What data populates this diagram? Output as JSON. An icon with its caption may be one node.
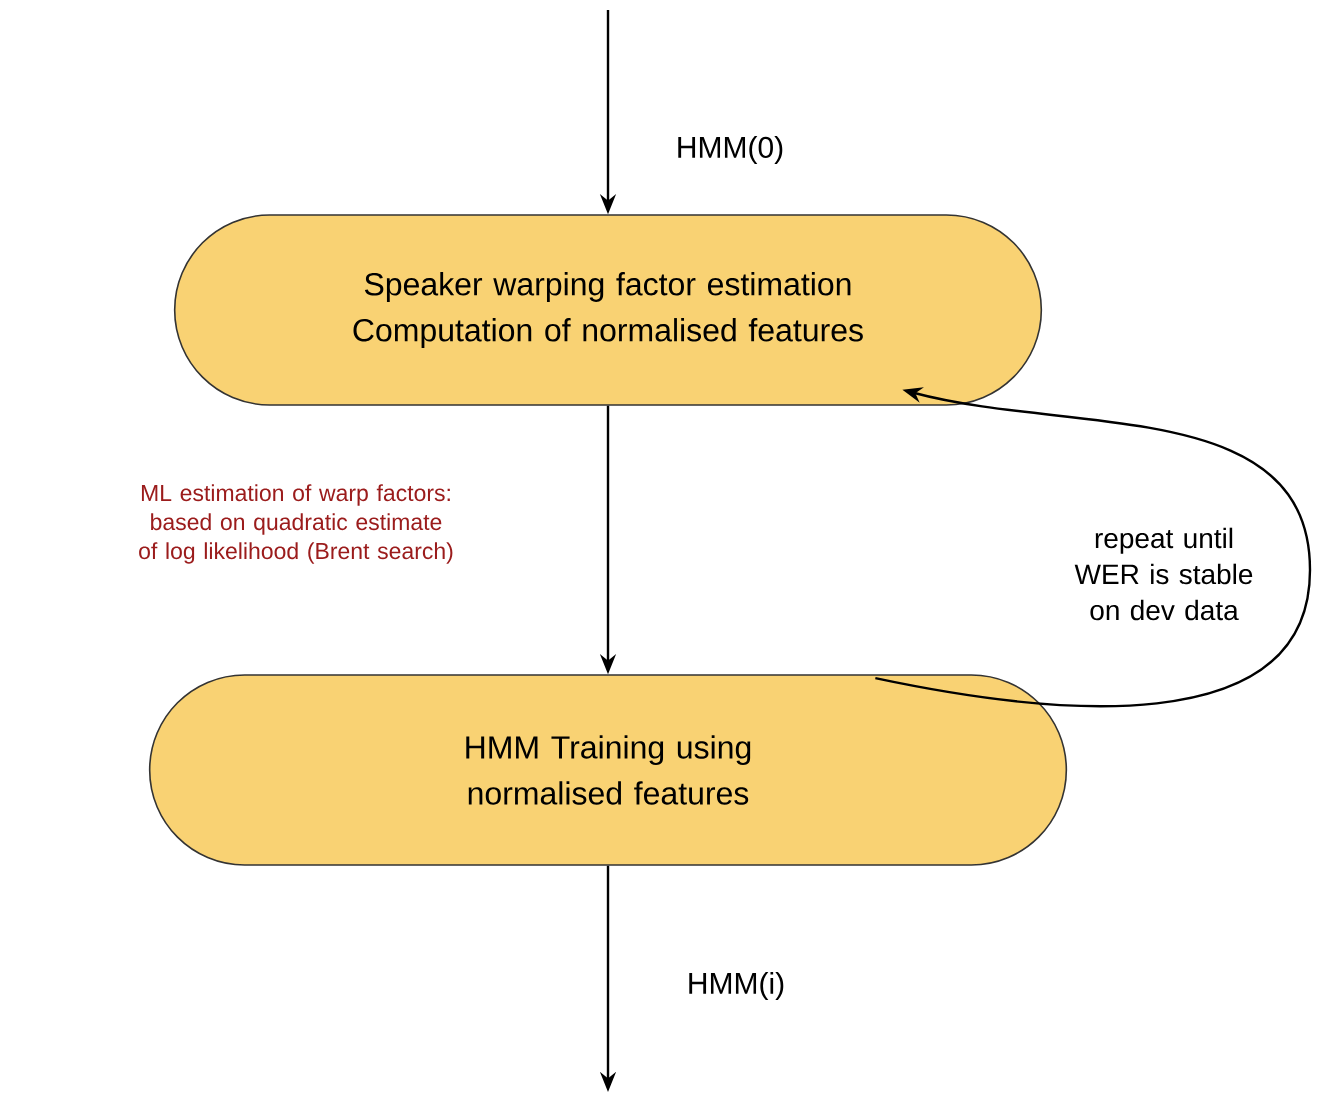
{
  "diagram": {
    "nodes": [
      {
        "text": [
          "Speaker warping factor estimation Computation of normalised features"
        ]
      },
      {
        "text": [
          "HMM Training using normalised features"
        ]
      }
    ],
    "edges": [
      {
        "from": null,
        "to": 0,
        "arrow": "to",
        "label": "HMM(0)"
      },
      {
        "from": 0,
        "to": 1,
        "arrow": "to"
      },
      {
        "from": 1,
        "to": 0,
        "arrow": "to",
        "label": "repeat until WER is stable on dev data"
      },
      {
        "from": 1,
        "to": null,
        "arrow": "to",
        "label": "HMM(i)"
      }
    ],
    "labels": [
      "ML estimation of warp factors: based on quadratic estimate of log likelihood (Brent search)"
    ]
  }
}
